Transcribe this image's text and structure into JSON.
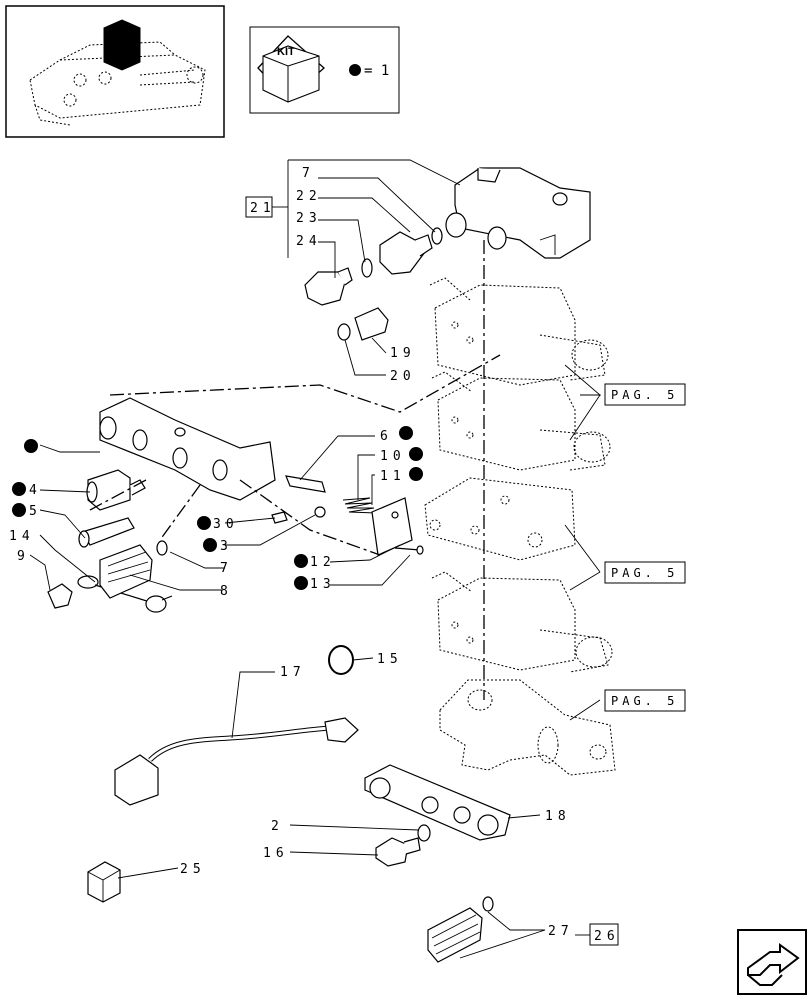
{
  "kit": {
    "title": "KIT",
    "legend": "= 1",
    "color": "#000000"
  },
  "labels": {
    "l7a": "7",
    "l22": "22",
    "l23": "23",
    "l24": "24",
    "l21": "21",
    "l19": "19",
    "l20": "20",
    "l6": "6",
    "l10": "10",
    "l11": "11",
    "l4": "4",
    "l5": "5",
    "l14": "14",
    "l9": "9",
    "l30": "30",
    "l3": "3",
    "l7b": "7",
    "l8": "8",
    "l12": "12",
    "l13": "13",
    "l15": "15",
    "l17": "17",
    "l18": "18",
    "l2": "2",
    "l16": "16",
    "l25": "25",
    "l27": "27",
    "l26": "26"
  },
  "page_refs": [
    "PAG. 5",
    "PAG. 5",
    "PAG. 5"
  ]
}
